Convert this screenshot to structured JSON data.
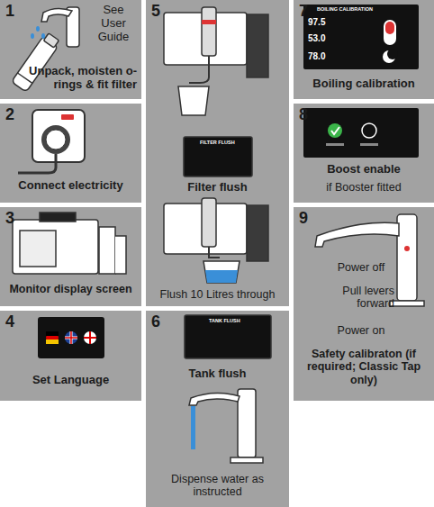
{
  "diagram": {
    "nodes": [
      {
        "text": [
          "1",
          "See User Guide",
          "Unpack, moisten o-rings & fit filter"
        ]
      },
      {
        "text": [
          "2",
          "Connect electricity"
        ]
      },
      {
        "text": [
          "3",
          "Monitor display screen"
        ]
      },
      {
        "text": [
          "4",
          "Set Language"
        ]
      },
      {
        "text": [
          "5",
          "Filter flush",
          "Flush 10 Litres through"
        ]
      },
      {
        "text": [
          "6",
          "Tank flush",
          "Dispense water as instructed"
        ]
      },
      {
        "text": [
          "7",
          "Boiling calibration"
        ]
      },
      {
        "text": [
          "8",
          "Boost enable",
          "if Booster fitted"
        ]
      },
      {
        "text": [
          "9",
          "Power off",
          "Pull levers forward",
          "Power on",
          "Safety calibraton (if required; Classic Tap only)"
        ]
      }
    ],
    "edges": [],
    "labels": [
      "FILTER FLUSH",
      "TANK FLUSH",
      "BOILING CALIBRATION",
      "97.5",
      "53.0",
      "78.0"
    ]
  }
}
